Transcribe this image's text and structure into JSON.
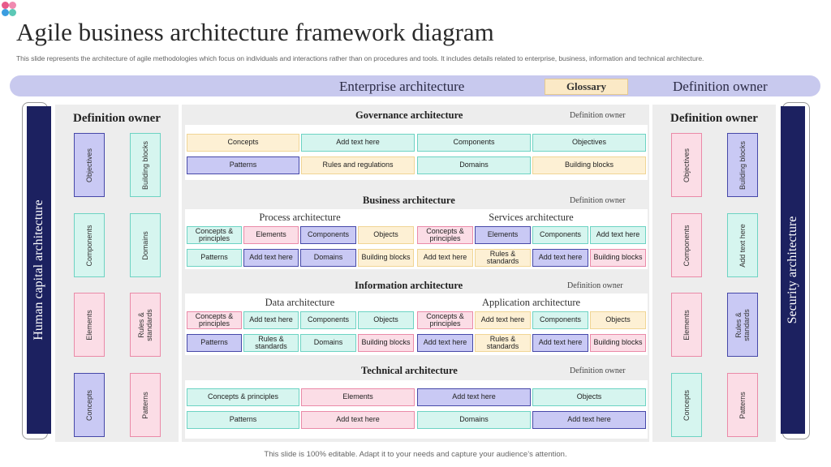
{
  "colors": {
    "topbar": "#c8c9ee",
    "dark_bar": "#1c2160",
    "yellow": "#fdf0d4",
    "teal": "#d6f5ef",
    "purple": "#c9c9f4",
    "pink": "#fbdde6"
  },
  "title": "Agile business architecture framework diagram",
  "subtitle": "This slide represents the architecture of agile methodologies which focus on individuals and interactions rather than on procedures and tools. It includes details related to enterprise, business, information and technical architecture.",
  "topbar": {
    "enterprise": "Enterprise architecture",
    "glossary": "Glossary",
    "definition_owner": "Definition owner"
  },
  "left_bar": "Human capital architecture",
  "right_bar": "Security architecture",
  "left_panel": {
    "title": "Definition owner",
    "col1": [
      "Objectives",
      "Components",
      "Elements",
      "Concepts"
    ],
    "col2": [
      "Building blocks",
      "Domains",
      "Rules & standards",
      "Patterns"
    ]
  },
  "right_panel": {
    "title": "Definition owner",
    "col1": [
      "Objectives",
      "Components",
      "Elements",
      "Concepts"
    ],
    "col2": [
      "Building blocks",
      "Add text here",
      "Rules & standards",
      "Patterns"
    ]
  },
  "governance": {
    "title": "Governance architecture",
    "owner": "Definition  owner",
    "row1": [
      "Concepts",
      "Add text here",
      "Components",
      "Objectives"
    ],
    "row2": [
      "Patterns",
      "Rules and regulations",
      "Domains",
      "Building blocks"
    ]
  },
  "business": {
    "title": "Business architecture",
    "owner": "Definition  owner",
    "process": {
      "title": "Process architecture",
      "row1": [
        "Concepts & principles",
        "Elements",
        "Components",
        "Objects"
      ],
      "row2": [
        "Patterns",
        "Add text here",
        "Domains",
        "Building blocks"
      ]
    },
    "services": {
      "title": "Services architecture",
      "row1": [
        "Concepts & principles",
        "Elements",
        "Components",
        "Add text here"
      ],
      "row2": [
        "Add text here",
        "Rules & standards",
        "Add text here",
        "Building blocks"
      ]
    }
  },
  "information": {
    "title": "Information architecture",
    "owner": "Definition owner",
    "data": {
      "title": "Data architecture",
      "row1": [
        "Concepts & principles",
        "Add text here",
        "Components",
        "Objects"
      ],
      "row2": [
        "Patterns",
        "Rules & standards",
        "Domains",
        "Building blocks"
      ]
    },
    "application": {
      "title": "Application architecture",
      "row1": [
        "Concepts & principles",
        "Add text here",
        "Components",
        "Objects"
      ],
      "row2": [
        "Add text here",
        "Rules & standards",
        "Add text here",
        "Building blocks"
      ]
    }
  },
  "technical": {
    "title": "Technical architecture",
    "owner": "Definition  owner",
    "row1": [
      "Concepts & principles",
      "Elements",
      "Add text here",
      "Objects"
    ],
    "row2": [
      "Patterns",
      "Add text here",
      "Domains",
      "Add text here"
    ]
  },
  "footer": "This slide is 100% editable. Adapt it to your needs and capture your audience’s attention."
}
